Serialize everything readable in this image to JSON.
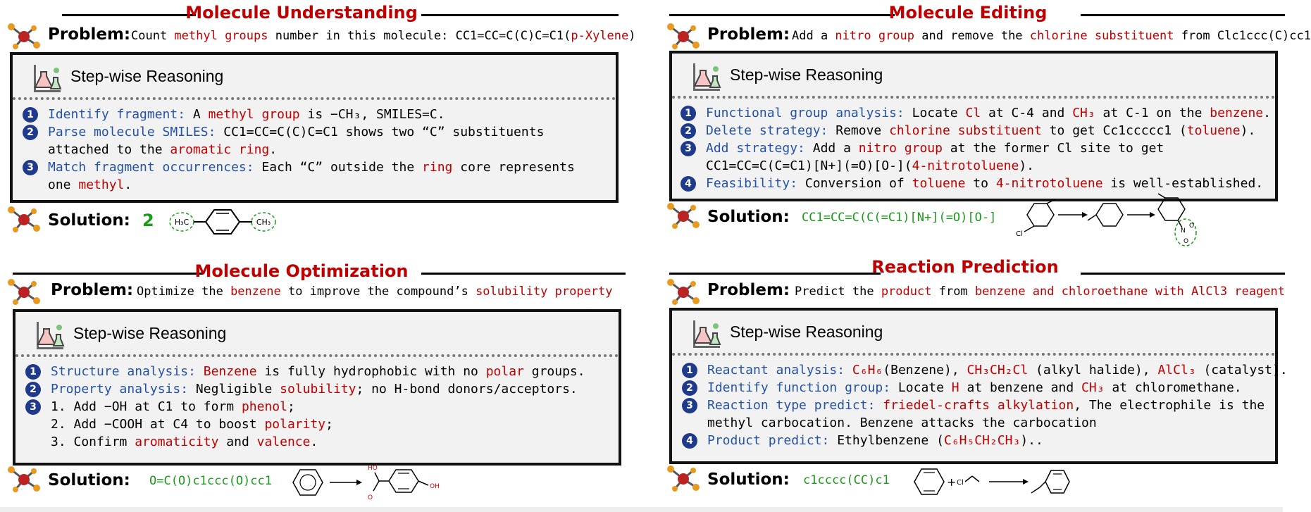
{
  "panels": [
    {
      "title": "Molecule Understanding",
      "problem_label": "Problem:",
      "problem_parts": [
        {
          "t": "Count ",
          "c": ""
        },
        {
          "t": "methyl groups",
          "c": "red"
        },
        {
          "t": " number in this molecule: CC1=CC=C(C)C=C1(",
          "c": ""
        },
        {
          "t": "p-Xylene",
          "c": "red"
        },
        {
          "t": ")",
          "c": ""
        }
      ],
      "reasoning_title": "Step-wise Reasoning",
      "steps": [
        {
          "n": "1",
          "lines": [
            [
              {
                "t": "Identify fragment:",
                "c": "blue"
              },
              {
                "t": " A ",
                "c": ""
              },
              {
                "t": "methyl group",
                "c": "red"
              },
              {
                "t": " is −CH₃, SMILES=C.",
                "c": ""
              }
            ]
          ]
        },
        {
          "n": "2",
          "lines": [
            [
              {
                "t": "Parse molecule SMILES:",
                "c": "blue"
              },
              {
                "t": " CC1=CC=C(C)C=C1 shows two “C” substituents",
                "c": ""
              }
            ],
            [
              {
                "t": "attached to the ",
                "c": ""
              },
              {
                "t": "aromatic ring",
                "c": "red"
              },
              {
                "t": ".",
                "c": ""
              }
            ]
          ]
        },
        {
          "n": "3",
          "lines": [
            [
              {
                "t": "Match fragment occurrences:",
                "c": "blue"
              },
              {
                "t": " Each “C” outside the ",
                "c": ""
              },
              {
                "t": "ring",
                "c": "red"
              },
              {
                "t": " core represents",
                "c": ""
              }
            ],
            [
              {
                "t": "one ",
                "c": ""
              },
              {
                "t": "methyl",
                "c": "red"
              },
              {
                "t": ".",
                "c": ""
              }
            ]
          ]
        }
      ],
      "solution_label": "Solution:",
      "solution_value": "2",
      "diagram_labels": [
        "H₃C",
        "CH₃"
      ]
    },
    {
      "title": "Molecule Editing",
      "problem_label": "Problem:",
      "problem_parts": [
        {
          "t": "Add a ",
          "c": ""
        },
        {
          "t": "nitro group",
          "c": "red"
        },
        {
          "t": " and remove the ",
          "c": ""
        },
        {
          "t": "chlorine substituent",
          "c": "red"
        },
        {
          "t": " from Clc1ccc(C)cc1",
          "c": ""
        }
      ],
      "reasoning_title": "Step-wise Reasoning",
      "steps": [
        {
          "n": "1",
          "lines": [
            [
              {
                "t": "Functional group analysis:",
                "c": "blue"
              },
              {
                "t": " Locate ",
                "c": ""
              },
              {
                "t": "Cl",
                "c": "red"
              },
              {
                "t": " at C-4 and ",
                "c": ""
              },
              {
                "t": "CH₃",
                "c": "red"
              },
              {
                "t": " at C-1 on the ",
                "c": ""
              },
              {
                "t": "benzene",
                "c": "red"
              },
              {
                "t": ".",
                "c": ""
              }
            ]
          ]
        },
        {
          "n": "2",
          "lines": [
            [
              {
                "t": "Delete strategy:",
                "c": "blue"
              },
              {
                "t": " Remove ",
                "c": ""
              },
              {
                "t": "chlorine substituent",
                "c": "red"
              },
              {
                "t": " to get Cc1ccccc1 (",
                "c": ""
              },
              {
                "t": "toluene",
                "c": "red"
              },
              {
                "t": ").",
                "c": ""
              }
            ]
          ]
        },
        {
          "n": "3",
          "lines": [
            [
              {
                "t": "Add strategy:",
                "c": "blue"
              },
              {
                "t": " Add a ",
                "c": ""
              },
              {
                "t": "nitro group",
                "c": "red"
              },
              {
                "t": " at the former Cl site to get",
                "c": ""
              }
            ],
            [
              {
                "t": "CC1=CC=C(C=C1)[N+](=O)[O-](",
                "c": ""
              },
              {
                "t": "4-nitrotoluene",
                "c": "red"
              },
              {
                "t": ").",
                "c": ""
              }
            ]
          ]
        },
        {
          "n": "4",
          "lines": [
            [
              {
                "t": "Feasibility:",
                "c": "blue"
              },
              {
                "t": " Conversion of ",
                "c": ""
              },
              {
                "t": "toluene",
                "c": "red"
              },
              {
                "t": " to ",
                "c": ""
              },
              {
                "t": "4-nitrotoluene",
                "c": "red"
              },
              {
                "t": " is well-established.",
                "c": ""
              }
            ]
          ]
        }
      ],
      "solution_label": "Solution:",
      "solution_value": "CC1=CC=C(C(=C1)[N+](=O)[O-]",
      "diagram_labels": [
        "Cl",
        "N",
        "O",
        "O"
      ]
    },
    {
      "title": "Molecule Optimization",
      "problem_label": "Problem:",
      "problem_parts": [
        {
          "t": "Optimize the ",
          "c": ""
        },
        {
          "t": "benzene",
          "c": "red"
        },
        {
          "t": " to improve the compound’s ",
          "c": ""
        },
        {
          "t": "solubility property",
          "c": "red"
        }
      ],
      "reasoning_title": "Step-wise Reasoning",
      "steps": [
        {
          "n": "1",
          "lines": [
            [
              {
                "t": "Structure analysis:",
                "c": "blue"
              },
              {
                "t": " ",
                "c": ""
              },
              {
                "t": "Benzene",
                "c": "red"
              },
              {
                "t": " is fully hydrophobic with no ",
                "c": ""
              },
              {
                "t": "polar",
                "c": "red"
              },
              {
                "t": " groups.",
                "c": ""
              }
            ]
          ]
        },
        {
          "n": "2",
          "lines": [
            [
              {
                "t": "Property analysis:",
                "c": "blue"
              },
              {
                "t": " Negligible ",
                "c": ""
              },
              {
                "t": "solubility",
                "c": "red"
              },
              {
                "t": "; no H-bond donors/acceptors.",
                "c": ""
              }
            ]
          ]
        },
        {
          "n": "3",
          "lines": [
            [
              {
                "t": "1. Add −OH at C1 to form ",
                "c": ""
              },
              {
                "t": "phenol",
                "c": "red"
              },
              {
                "t": ";",
                "c": ""
              }
            ],
            [
              {
                "t": "2. Add −COOH at C4 to boost ",
                "c": ""
              },
              {
                "t": "polarity",
                "c": "red"
              },
              {
                "t": ";",
                "c": ""
              }
            ],
            [
              {
                "t": "3. Confirm ",
                "c": ""
              },
              {
                "t": "aromaticity",
                "c": "red"
              },
              {
                "t": " and ",
                "c": ""
              },
              {
                "t": "valence",
                "c": "red"
              },
              {
                "t": ".",
                "c": ""
              }
            ]
          ]
        }
      ],
      "solution_label": "Solution:",
      "solution_value": "O=C(O)c1ccc(O)cc1",
      "diagram_labels": [
        "HO",
        "O",
        "OH"
      ]
    },
    {
      "title": "Reaction Prediction",
      "problem_label": "Problem:",
      "problem_parts": [
        {
          "t": "Predict the ",
          "c": ""
        },
        {
          "t": "product",
          "c": "red"
        },
        {
          "t": " from ",
          "c": ""
        },
        {
          "t": "benzene and chloroethane with AlCl3 reagent",
          "c": "red"
        }
      ],
      "reasoning_title": "Step-wise Reasoning",
      "steps": [
        {
          "n": "1",
          "lines": [
            [
              {
                "t": "Reactant analysis:",
                "c": "blue"
              },
              {
                "t": " ",
                "c": ""
              },
              {
                "t": "C₆H₆",
                "c": "red"
              },
              {
                "t": "(Benzene), ",
                "c": ""
              },
              {
                "t": "CH₃CH₂Cl",
                "c": "red"
              },
              {
                "t": " (alkyl halide), ",
                "c": ""
              },
              {
                "t": "AlCl₃",
                "c": "red"
              },
              {
                "t": " (catalyst).",
                "c": ""
              }
            ]
          ]
        },
        {
          "n": "2",
          "lines": [
            [
              {
                "t": "Identify function group:",
                "c": "blue"
              },
              {
                "t": " Locate ",
                "c": ""
              },
              {
                "t": "H",
                "c": "red"
              },
              {
                "t": " at benzene and ",
                "c": ""
              },
              {
                "t": "CH₃",
                "c": "red"
              },
              {
                "t": " at chloromethane.",
                "c": ""
              }
            ]
          ]
        },
        {
          "n": "3",
          "lines": [
            [
              {
                "t": "Reaction type predict:",
                "c": "blue"
              },
              {
                "t": " ",
                "c": ""
              },
              {
                "t": "friedel-crafts alkylation",
                "c": "red"
              },
              {
                "t": ", The electrophile is the",
                "c": ""
              }
            ],
            [
              {
                "t": "methyl carbocation. Benzene attacks the carbocation",
                "c": ""
              }
            ]
          ]
        },
        {
          "n": "4",
          "lines": [
            [
              {
                "t": "Product predict:",
                "c": "blue"
              },
              {
                "t": " Ethylbenzene (",
                "c": ""
              },
              {
                "t": "C₆H₅CH₂CH₃",
                "c": "red"
              },
              {
                "t": ")..",
                "c": ""
              }
            ]
          ]
        }
      ],
      "solution_label": "Solution:",
      "solution_value": "c1cccc(CC)c1",
      "diagram_labels": [
        "+",
        "Cl"
      ]
    }
  ],
  "colors": {
    "title": "#c00000",
    "keyword": "#2452a6",
    "highlight": "#c00000",
    "answer": "#1a9a1a",
    "badge": "#1f3a8a"
  }
}
